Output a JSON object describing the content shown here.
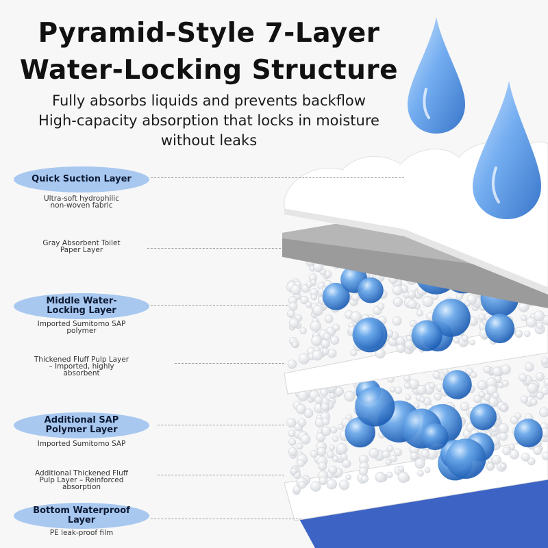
{
  "title": {
    "line1": "Pyramid-Style 7-Layer",
    "line2": "Water-Locking Structure"
  },
  "subtitle": {
    "line1": "Fully absorbs liquids and prevents backflow",
    "line2": "High-capacity absorption that locks in moisture",
    "line3": "without leaks"
  },
  "layers": [
    {
      "pill": "Quick Suction Layer",
      "desc": [
        "Ultra-soft hydrophilic",
        "non-woven fabric"
      ]
    },
    {
      "desc": [
        "Gray Absorbent Toilet",
        "Paper Layer"
      ]
    },
    {
      "pill": [
        "Middle Water-",
        "Locking Layer"
      ],
      "desc": [
        "Imported Sumitomo SAP",
        "polymer"
      ]
    },
    {
      "desc": [
        "Thickened Fluff Pulp Layer",
        "– Imported, highly",
        "absorbent"
      ]
    },
    {
      "pill": [
        "Additional SAP",
        "Polymer Layer"
      ],
      "desc": [
        "Imported Sumitomo SAP"
      ]
    },
    {
      "desc": [
        "Additional Thickened Fluff",
        "Pulp Layer – Reinforced",
        "absorption"
      ]
    },
    {
      "pill": [
        "Bottom Waterproof",
        "Layer"
      ],
      "desc": [
        "PE leak-proof film"
      ]
    }
  ],
  "colors": {
    "pill": "#a8c8f0",
    "water": "#5b9be0",
    "sap_bead": "#3a7fd0",
    "gray_paper": "#9b9b9b",
    "bottom_film": "#3d63c4"
  },
  "icons": [
    "water-drop-icon",
    "water-drop-icon"
  ]
}
